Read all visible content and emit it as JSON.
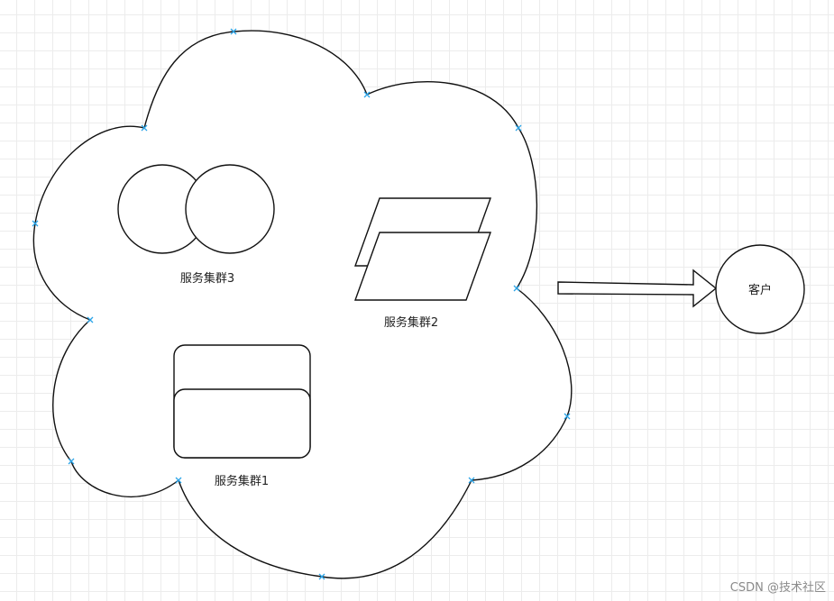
{
  "diagram": {
    "cloud": {
      "stroke": "#111111",
      "fill": "#ffffff",
      "handle_color": "#2aa4e8"
    },
    "cluster3": {
      "label": "服务集群3",
      "icon": "two-circles-icon"
    },
    "cluster2": {
      "label": "服务集群2",
      "icon": "stacked-parallelograms-icon"
    },
    "cluster1": {
      "label": "服务集群1",
      "icon": "stacked-rounded-rectangles-icon"
    },
    "arrow": {
      "icon": "right-block-arrow-icon"
    },
    "client": {
      "label": "客户",
      "icon": "circle-icon"
    }
  },
  "watermark": {
    "text": "CSDN @技术社区"
  }
}
